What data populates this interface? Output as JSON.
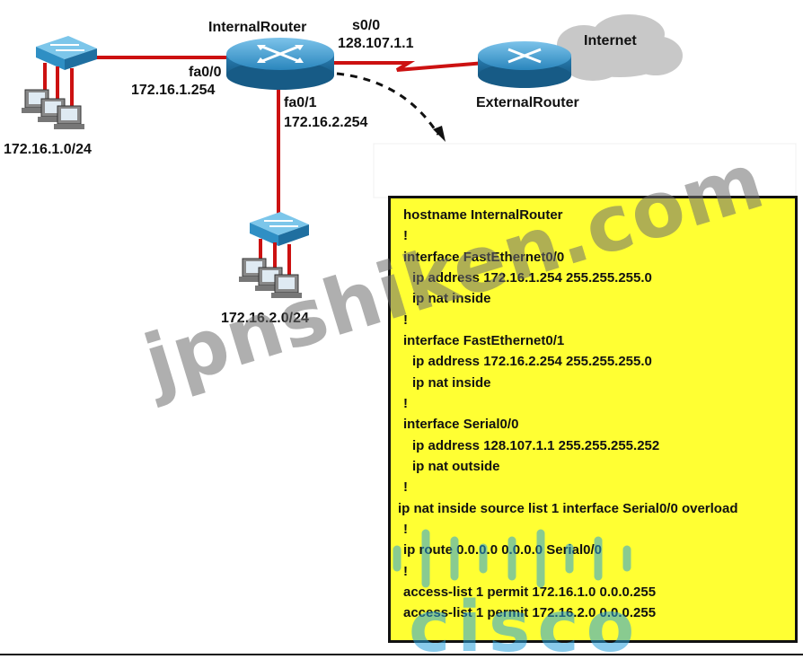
{
  "devices": {
    "internal_router": "InternalRouter",
    "external_router": "ExternalRouter",
    "internet": "Internet"
  },
  "interfaces": {
    "s00_name": "s0/0",
    "s00_ip": "128.107.1.1",
    "fa00_name": "fa0/0",
    "fa00_ip": "172.16.1.254",
    "fa01_name": "fa0/1",
    "fa01_ip": "172.16.2.254"
  },
  "networks": {
    "lan1": "172.16.1.0/24",
    "lan2": "172.16.2.0/24"
  },
  "config_lines": [
    "hostname InternalRouter",
    "!",
    "interface FastEthernet0/0",
    "  ip address 172.16.1.254 255.255.255.0",
    "  ip nat inside",
    "!",
    "interface FastEthernet0/1",
    "  ip address 172.16.2.254 255.255.255.0",
    "  ip nat inside",
    "!",
    "interface Serial0/0",
    "  ip address 128.107.1.1 255.255.255.252",
    "  ip nat outside",
    "!",
    "ip nat inside source list 1 interface Serial0/0 overload",
    "!",
    "ip route 0.0.0.0 0.0.0.0 Serial0/0",
    "!",
    "access-list 1 permit 172.16.1.0 0.0.0.255",
    "access-list 1 permit 172.16.2.0 0.0.0.255"
  ],
  "watermark": {
    "text": "jpnshiken.com",
    "logo_text": "cisco"
  },
  "colors": {
    "link_red": "#cc1111",
    "router_blue": "#2f8fc4",
    "switch_blue": "#35a3d8",
    "config_bg": "#ffff33",
    "cloud": "#c8c8c8",
    "watermark_gray": "#7a7a7a",
    "cisco_blue": "#2aa0dc"
  }
}
